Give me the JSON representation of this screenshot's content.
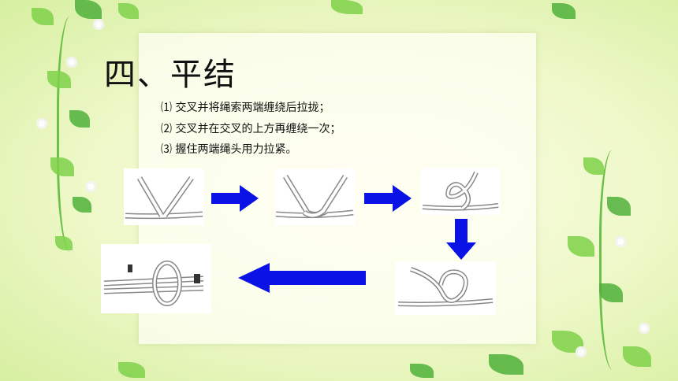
{
  "slide": {
    "title": "四、平结",
    "steps": [
      "⑴ 交叉并将绳索两端缠绕后拉拢；",
      "⑵ 交叉并在交叉的上方再缠绕一次；",
      "⑶ 握住两端绳头用力拉紧。"
    ]
  },
  "colors": {
    "arrow": "#0a12e6",
    "background": "#eef8c8",
    "leaf": "#7fd14a"
  },
  "icons": [
    "right-arrow-icon",
    "down-arrow-icon",
    "left-arrow-icon"
  ]
}
